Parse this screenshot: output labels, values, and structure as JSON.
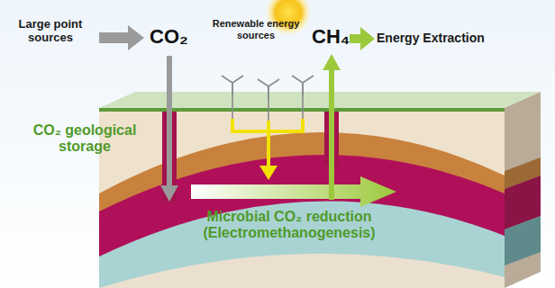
{
  "diagram": {
    "labels": [
      "Large point sources",
      "CO₂",
      "Renewable energy sources",
      "CH₄",
      "Energy Extraction",
      "CO₂ geological storage",
      "Microbial CO₂ reduction (Electromethanogenesis)"
    ]
  }
}
